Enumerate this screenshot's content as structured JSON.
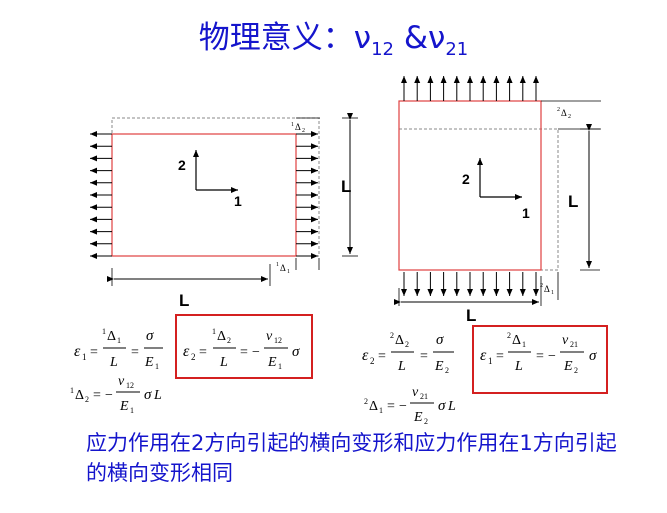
{
  "title": {
    "prefix": "物理意义：",
    "nu": "ν",
    "sub1": "12",
    "amp": " &",
    "sub2": "21"
  },
  "left_diagram": {
    "axis_1": "1",
    "axis_2": "2",
    "dim_L_bottom": "L",
    "dim_L_side": "L",
    "delta_top": "Δ",
    "delta_top_sup": "1",
    "delta_top_sub": "2",
    "delta_bottom": "Δ",
    "delta_bottom_sup": "1",
    "delta_bottom_sub": "1"
  },
  "right_diagram": {
    "axis_1": "1",
    "axis_2": "2",
    "dim_L_bottom": "L",
    "dim_L_side": "L",
    "delta_top": "Δ",
    "delta_top_sup": "2",
    "delta_top_sub": "2",
    "delta_bottom": "Δ",
    "delta_bottom_sup": "2",
    "delta_bottom_sub": "1"
  },
  "equations": {
    "eps": "ε",
    "delta": "Δ",
    "sigma": "σ",
    "nu": "ν",
    "L": "L",
    "E": "E",
    "eq": "=",
    "minus": "−",
    "one": "1",
    "two": "2",
    "n12": "12",
    "n21": "21"
  },
  "body": "应力作用在2方向引起的横向变形和应力作用在1方向引起的横向变形相同",
  "colors": {
    "title": "#1515cc",
    "box": "#d42020",
    "red_edge": "#e04040"
  }
}
